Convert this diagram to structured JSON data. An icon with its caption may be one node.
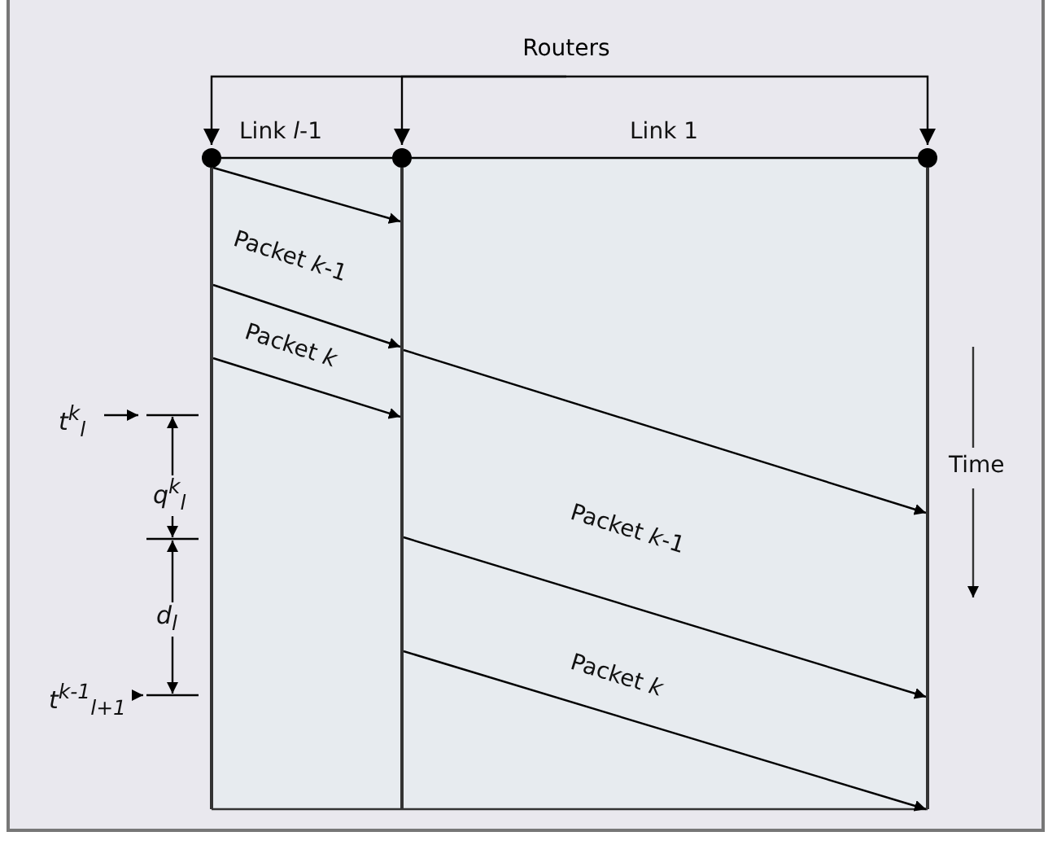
{
  "diagram": {
    "nodes": [
      {
        "text": [
          "Routers"
        ]
      },
      {
        "text": [],
        "shape": "circle"
      },
      {
        "text": [],
        "shape": "circle"
      },
      {
        "text": [],
        "shape": "circle"
      },
      {
        "text": [],
        "shape": "bar"
      },
      {
        "text": [],
        "shape": "bar"
      },
      {
        "text": [],
        "shape": "bar"
      }
    ],
    "edges": [
      {
        "from": 0,
        "to": 1,
        "arrow": "to"
      },
      {
        "from": 0,
        "to": 2,
        "arrow": "to"
      },
      {
        "from": 0,
        "to": 3,
        "arrow": "to"
      },
      {
        "from": 1,
        "to": 2,
        "arrow": "none"
      },
      {
        "from": 2,
        "to": 3,
        "arrow": "none"
      },
      {
        "from": 4,
        "to": 5,
        "arrow": "to"
      },
      {
        "from": 4,
        "to": 5,
        "arrow": "to"
      },
      {
        "from": 4,
        "to": 5,
        "arrow": "to"
      },
      {
        "from": 5,
        "to": 6,
        "arrow": "to"
      },
      {
        "from": 5,
        "to": 6,
        "arrow": "to"
      },
      {
        "from": 5,
        "to": 6,
        "arrow": "to"
      }
    ],
    "labels": [
      "Link *l*-1",
      "Link 1",
      "Packet *k*-1",
      "Packet *k*",
      "t$^{k}$$_{l}$",
      "q$^{k}$$_{l}$",
      "d$_{l}$",
      "t$^{k-1}$$_{l+1}$",
      "Time",
      "Packet *k*-1",
      "Packet *k*"
    ]
  }
}
